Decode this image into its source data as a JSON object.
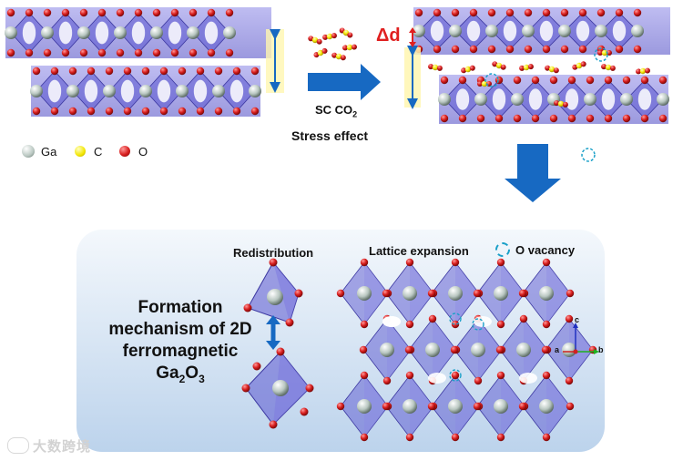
{
  "legend": {
    "items": [
      {
        "label": "Ga",
        "color": "#dfe6e3"
      },
      {
        "label": "C",
        "color": "#f3e600"
      },
      {
        "label": "O",
        "color": "#d81e1e"
      }
    ]
  },
  "process": {
    "line1_prefix": "SC CO",
    "line1_sub": "2",
    "line2": "Stress effect"
  },
  "delta_label": "Δd",
  "bottom": {
    "redistribution": "Redistribution",
    "lattice_expansion": "Lattice expansion",
    "o_vacancy": "O vacancy",
    "formation_line1": "Formation",
    "formation_line2": "mechanism of 2D",
    "formation_line3_prefix": "ferromagnetic Ga",
    "formation_sub1": "2",
    "formation_mid": "O",
    "formation_sub2": "3"
  },
  "axes": {
    "c": "c",
    "a": "a",
    "b": "b"
  },
  "watermark": "大数跨境",
  "colors": {
    "octahedron": "#5a56d0",
    "ga": "#cdd6d2",
    "oxygen": "#d81e1e",
    "carbon": "#f3e600",
    "arrow_blue": "#1769c2",
    "delta_red": "#e02020",
    "vacancy": "#1aa0c8",
    "panel": "#dbe7f4"
  }
}
